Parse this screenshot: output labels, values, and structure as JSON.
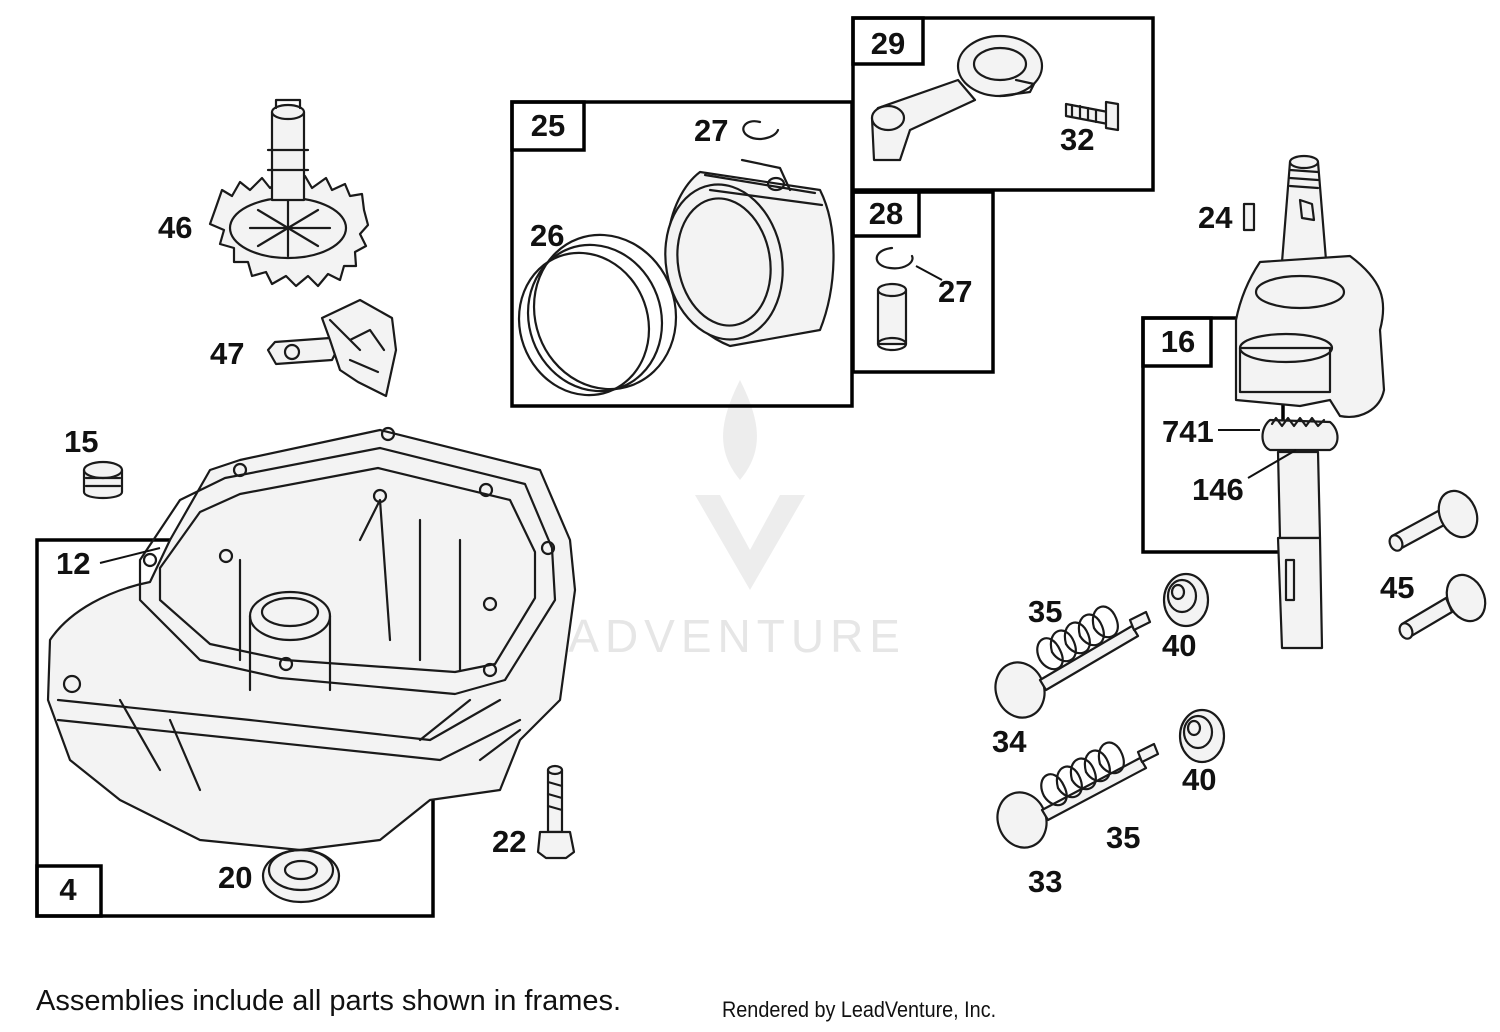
{
  "diagram": {
    "frame_labels": {
      "f25": "25",
      "f29": "29",
      "f28": "28",
      "f16": "16",
      "f4": "4"
    },
    "part_labels": {
      "p46": "46",
      "p47": "47",
      "p15": "15",
      "p12": "12",
      "p27a": "27",
      "p26": "26",
      "p32": "32",
      "p27b": "27",
      "p24": "24",
      "p741": "741",
      "p146": "146",
      "p45": "45",
      "p35a": "35",
      "p40a": "40",
      "p34": "34",
      "p40b": "40",
      "p35b": "35",
      "p33": "33",
      "p22": "22",
      "p20": "20"
    },
    "watermark": "LEADVENTURE"
  },
  "footer": {
    "note": "Assemblies include all parts shown in frames.",
    "credit": "Rendered by LeadVenture, Inc."
  }
}
